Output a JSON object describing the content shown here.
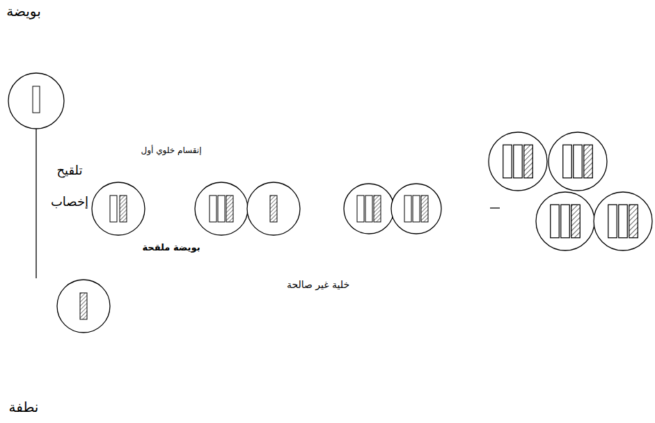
{
  "diagram": {
    "labels": [
      "بويضة",
      "إنقسام خلوي أول",
      "تلقيح",
      "إخصاب",
      "بويضة ملقحة",
      "خلية غير صالحة",
      "نطفة"
    ]
  }
}
